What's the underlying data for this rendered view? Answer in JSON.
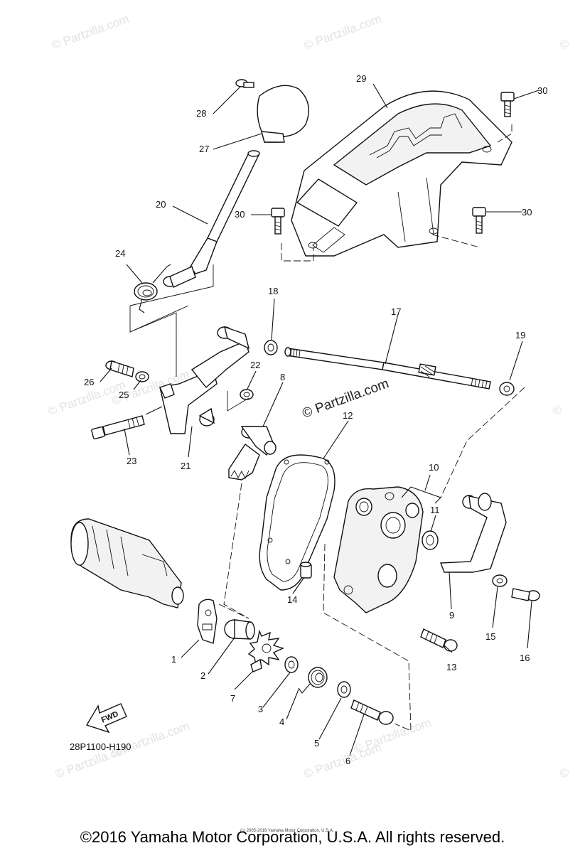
{
  "watermark": {
    "site": "© Partzilla.com",
    "main": "© Partzilla.com",
    "symbol": "©"
  },
  "callouts": [
    "1",
    "2",
    "3",
    "4",
    "5",
    "6",
    "7",
    "8",
    "9",
    "10",
    "11",
    "12",
    "13",
    "14",
    "15",
    "16",
    "17",
    "18",
    "19",
    "20",
    "21",
    "22",
    "23",
    "24",
    "25",
    "26",
    "27",
    "28",
    "29",
    "30"
  ],
  "diagram_code": "28P1100-H190",
  "fwd_label": "FWD",
  "fine_print": "(c) 2005-2016 Yamaha Motor Corporation, U.S.A.",
  "copyright": "©2016 Yamaha Motor Corporation, U.S.A. All rights reserved."
}
